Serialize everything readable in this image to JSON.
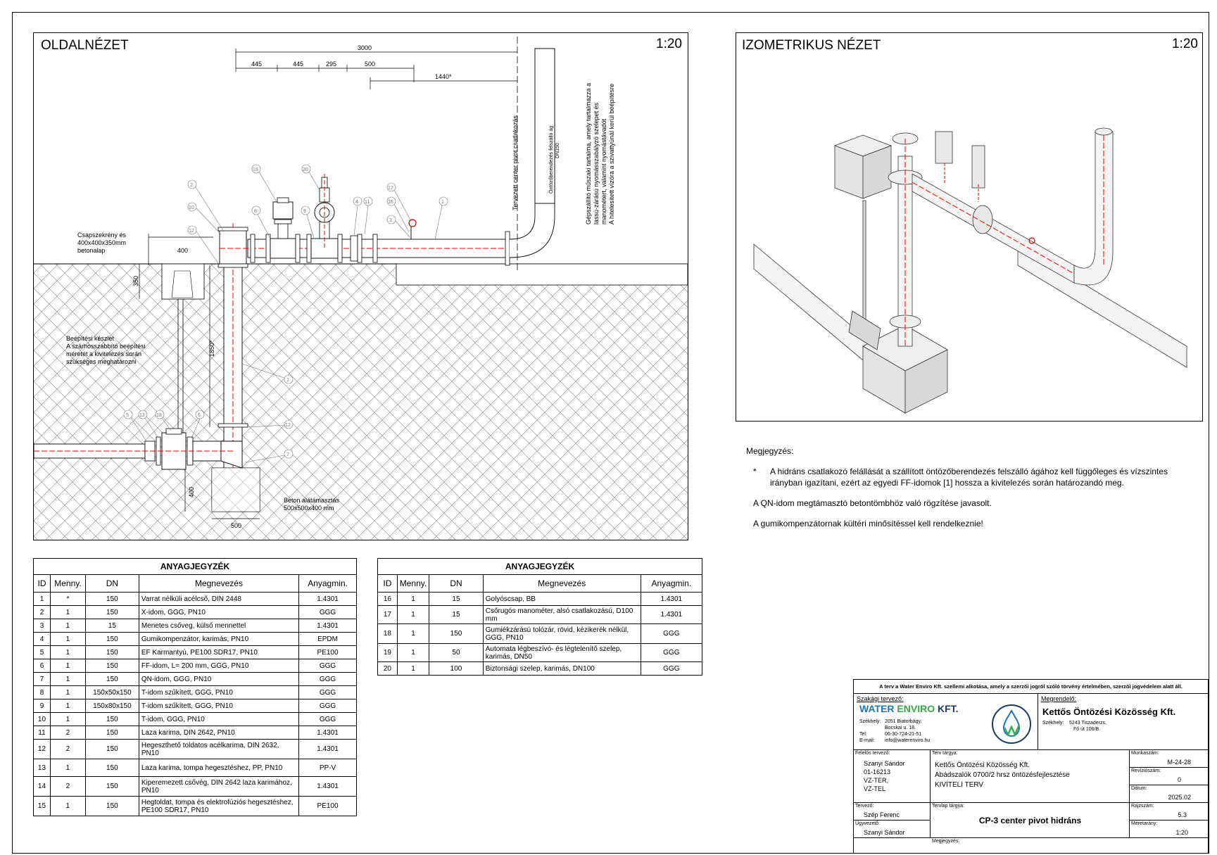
{
  "side_view": {
    "title": "OLDALNÉZET",
    "scale": "1:20",
    "dims": {
      "total": "3000",
      "d1": "445",
      "d2": "445",
      "d3": "295",
      "d4": "500",
      "d5": "1440*",
      "box_w": "400",
      "box_h": "350",
      "riser": "1850*",
      "base_h": "400",
      "base_w": "500"
    },
    "labels": {
      "box": [
        "Csapszekrény és",
        "400x400x350mm",
        "betonalap"
      ],
      "kit": [
        "Beépítési készlet",
        "A szárhosszabbító beépítési",
        "méretét a kivitelezés során",
        "szükséges meghatározni"
      ],
      "concrete": [
        "Beton alátámasztás",
        "500x500x400 mm"
      ],
      "pivot": "Tervezett center pivot csatlakozás",
      "riser_pipe": [
        "Öntözőberendezés felszálló ág",
        "DN150"
      ],
      "note_vert": [
        "Gépszállító műszaki tartalma, amely tartalmazza a",
        "lassú-zárású nyomásszabályzó szelepet és",
        "manométert, valamint nyomástávadót",
        "A hitelesített vízóra a szivattyúnál kerül beépítésre"
      ]
    },
    "callouts": [
      "1",
      "2",
      "3",
      "4",
      "5",
      "6",
      "7",
      "8",
      "9",
      "10",
      "11",
      "12",
      "13",
      "16",
      "17",
      "18",
      "19",
      "20"
    ]
  },
  "iso_view": {
    "title": "IZOMETRIKUS NÉZET",
    "scale": "1:20"
  },
  "notes": {
    "heading": "Megjegyzés:",
    "star": "*",
    "n1": "A hidráns csatlakozó felállását a szállított öntözőberendezés felszálló ágához kell függőleges és vízszintes irányban igazítani, ezért az egyedi FF-idomok [1] hossza a kivitelezés során határozandó meg.",
    "n2": "A QN-idom megtámasztó betontömbhöz való rögzítése javasolt.",
    "n3": "A gumikompenzátornak kültéri minősítéssel kell rendelkeznie!"
  },
  "bom": {
    "title": "ANYAGJEGYZÉK",
    "headers": [
      "ID",
      "Menny.",
      "DN",
      "Megnevezés",
      "Anyagmin."
    ],
    "left": [
      [
        "1",
        "*",
        "150",
        "Varrat nélküli acélcső, DIN 2448",
        "1.4301"
      ],
      [
        "2",
        "1",
        "150",
        "X-idom, GGG, PN10",
        "GGG"
      ],
      [
        "3",
        "1",
        "15",
        "Menetes csőveg, külső mennettel",
        "1.4301"
      ],
      [
        "4",
        "1",
        "150",
        "Gumikompenzátor, karimás, PN10",
        "EPDM"
      ],
      [
        "5",
        "1",
        "150",
        "EF Karmantyú, PE100 SDR17, PN10",
        "PE100"
      ],
      [
        "6",
        "1",
        "150",
        "FF-idom, L= 200 mm, GGG, PN10",
        "GGG"
      ],
      [
        "7",
        "1",
        "150",
        "QN-idom, GGG, PN10",
        "GGG"
      ],
      [
        "8",
        "1",
        "150x50x150",
        "T-idom szűkített, GGG, PN10",
        "GGG"
      ],
      [
        "9",
        "1",
        "150x80x150",
        "T-idom szűkített, GGG, PN10",
        "GGG"
      ],
      [
        "10",
        "1",
        "150",
        "T-idom, GGG, PN10",
        "GGG"
      ],
      [
        "11",
        "2",
        "150",
        "Laza karima, DIN 2642, PN10",
        "1.4301"
      ],
      [
        "12",
        "2",
        "150",
        "Hegeszthető toldatos acélkarima, DIN 2632, PN10",
        "1.4301"
      ],
      [
        "13",
        "1",
        "150",
        "Laza karima, tompa hegesztéshez, PP, PN10",
        "PP-V"
      ],
      [
        "14",
        "2",
        "150",
        "Kiperemezett csővég, DIN 2642 laza karimához, PN10",
        "1.4301"
      ],
      [
        "15",
        "1",
        "150",
        "Hegtoldat, tompa és elektrofúziós hegesztéshez, PE100 SDR17, PN10",
        "PE100"
      ]
    ],
    "right": [
      [
        "16",
        "1",
        "15",
        "Golyóscsap, BB",
        "1.4301"
      ],
      [
        "17",
        "1",
        "15",
        "Csőrugós manométer, alsó csatlakozású, D100 mm",
        "1.4301"
      ],
      [
        "18",
        "1",
        "150",
        "Gumiékzárású tolózár, rövid, kézikerék nélkül, GGG, PN10",
        "GGG"
      ],
      [
        "19",
        "1",
        "50",
        "Automata légbeszívó- és légtelenítő szelep, karimás, DN50",
        "GGG"
      ],
      [
        "20",
        "1",
        "100",
        "Biztonsági szelep, karimás, DN100",
        "GGG"
      ]
    ]
  },
  "title_block": {
    "copyright": "A terv a Water Enviro Kft. szellemi alkotása, amely a szerzői jogról szóló törvény értelmében, szerzői jogvédelem alatt áll.",
    "designer_label": "Szakági tervező:",
    "company": "WATER ENVIRO KFT.",
    "company_water": "WATER ",
    "company_enviro": "ENVIRO",
    "company_kft": " KFT.",
    "seat_label": "Székhely:",
    "seat": [
      "2051 Biatorbágy,",
      "Bocskai u. 18."
    ],
    "tel_label": "Tel:",
    "tel": "06-30-724-21-51",
    "email_label": "E-mail:",
    "email": "info@waterenviro.hu",
    "client_label": "Megrendelő:",
    "client": "Kettős Öntözési Közösség Kft.",
    "client_seat_label": "Székhely:",
    "client_seat": [
      "5243 Tiszaderzs,",
      "Fő út 106/B."
    ],
    "resp_label": "Felelős tervező:",
    "resp": [
      "Szanyi Sándor",
      "01-16213",
      "VZ-TER,",
      "VZ-TEL"
    ],
    "subject_label": "Terv tárgya:",
    "subject": [
      "Kettős Öntözési Közösség Kft.",
      "Abádszalók 0700/2 hrsz öntözésfejlesztése",
      "KIVITELI TERV"
    ],
    "job_label": "Munkaszám:",
    "job": "M-24-28",
    "rev_label": "Revíziószám:",
    "rev": "0",
    "date_label": "Dátum:",
    "date": "2025.02",
    "drafter_label": "Tervező:",
    "drafter": "Szép Ferenc",
    "drawing_label": "Tervlap tárgya:",
    "drawing": "CP-3 center pivot hidráns",
    "sheet_label": "Rajzszám:",
    "sheet": "5.3",
    "agent_label": "Ügyvezető:",
    "agent": "Szanyi Sándor",
    "scale_label": "Méretarány:",
    "scale": "1:20",
    "remark_label": "Megjegyzés:"
  }
}
